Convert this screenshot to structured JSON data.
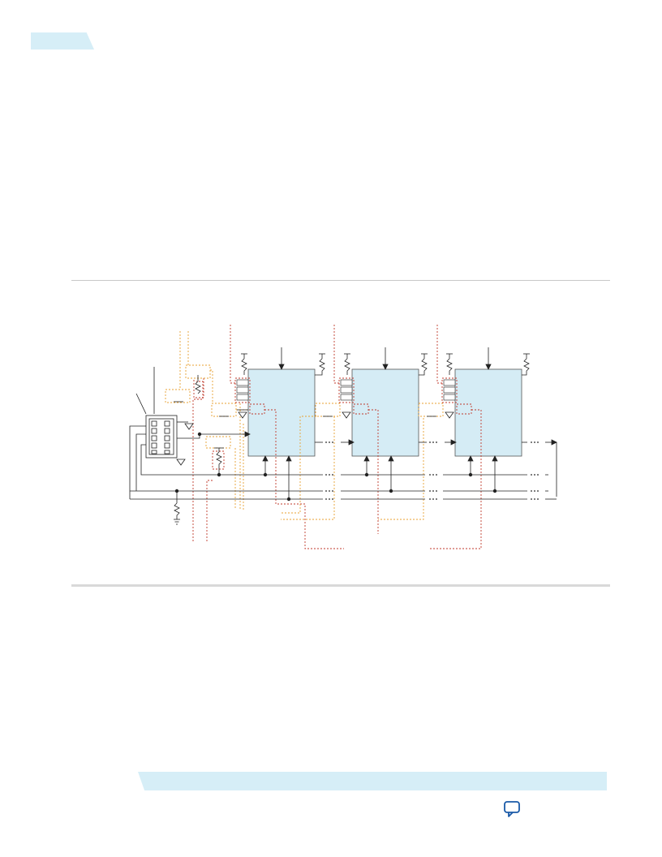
{
  "page": {
    "header_tab": "",
    "footer_text": ""
  },
  "diagram": {
    "description_free": true,
    "devices": [
      {
        "id": "device-1"
      },
      {
        "id": "device-2"
      },
      {
        "id": "device-3"
      }
    ],
    "colors": {
      "device_fill": "#d5ecf5",
      "data_trace": "#c0392b",
      "clock_trace": "#e8a030",
      "wire": "#222222",
      "page_accent": "#d6eef7"
    }
  },
  "icons": {
    "feedback": "speech-bubble-icon"
  }
}
